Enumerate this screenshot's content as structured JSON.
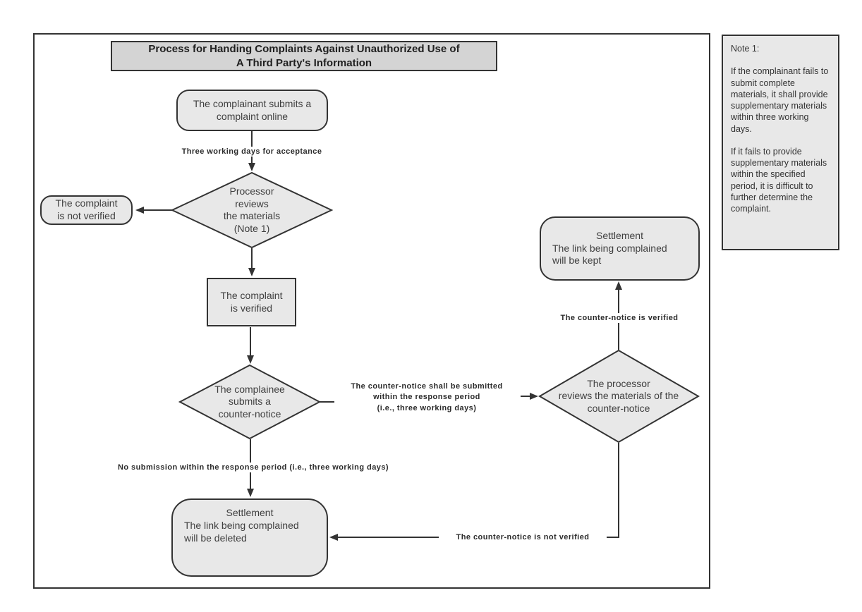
{
  "diagram": {
    "title": {
      "line1": "Process for Handing Complaints Against Unauthorized Use of",
      "line2": "A Third Party's Information"
    },
    "nodes": {
      "start": {
        "lines": [
          "The complainant submits a",
          "complaint online"
        ]
      },
      "review": {
        "lines": [
          "Processor",
          "reviews",
          "the materials",
          "(Note 1)"
        ]
      },
      "not_verified": {
        "lines": [
          "The complaint",
          "is not verified"
        ]
      },
      "verified": {
        "lines": [
          "The complaint",
          "is verified"
        ]
      },
      "counter_notice": {
        "lines": [
          "The complainee",
          "submits a",
          "counter-notice"
        ]
      },
      "review_counter": {
        "lines": [
          "The processor",
          "reviews the materials of the",
          "counter-notice"
        ]
      },
      "settlement_kept": {
        "lines": [
          "Settlement",
          "The link being complained",
          "will be kept"
        ]
      },
      "settlement_deleted": {
        "lines": [
          "Settlement",
          "The link being complained",
          "will be deleted"
        ]
      }
    },
    "edge_labels": {
      "acceptance": "Three working days for acceptance",
      "counter_submit": {
        "lines": [
          "The counter-notice shall be submitted",
          "within the response period",
          "(i.e., three working days)"
        ]
      },
      "counter_verified": "The counter-notice is verified",
      "no_submission": "No submission within the response period (i.e., three working days)",
      "counter_not_verified": "The counter-notice is not verified"
    },
    "note": {
      "heading": "Note 1:",
      "paragraphs": [
        "If the complainant fails to submit complete materials, it shall provide supplementary materials within three working days.",
        "If it fails to provide supplementary materials within the specified period, it is difficult to further determine the complaint."
      ]
    },
    "colors": {
      "node_fill": "#e8e8e8",
      "title_fill": "#d4d4d4",
      "stroke": "#333333",
      "node_text": "#3f3f3f",
      "label_text": "#2b2b2b",
      "background": "#ffffff"
    }
  }
}
